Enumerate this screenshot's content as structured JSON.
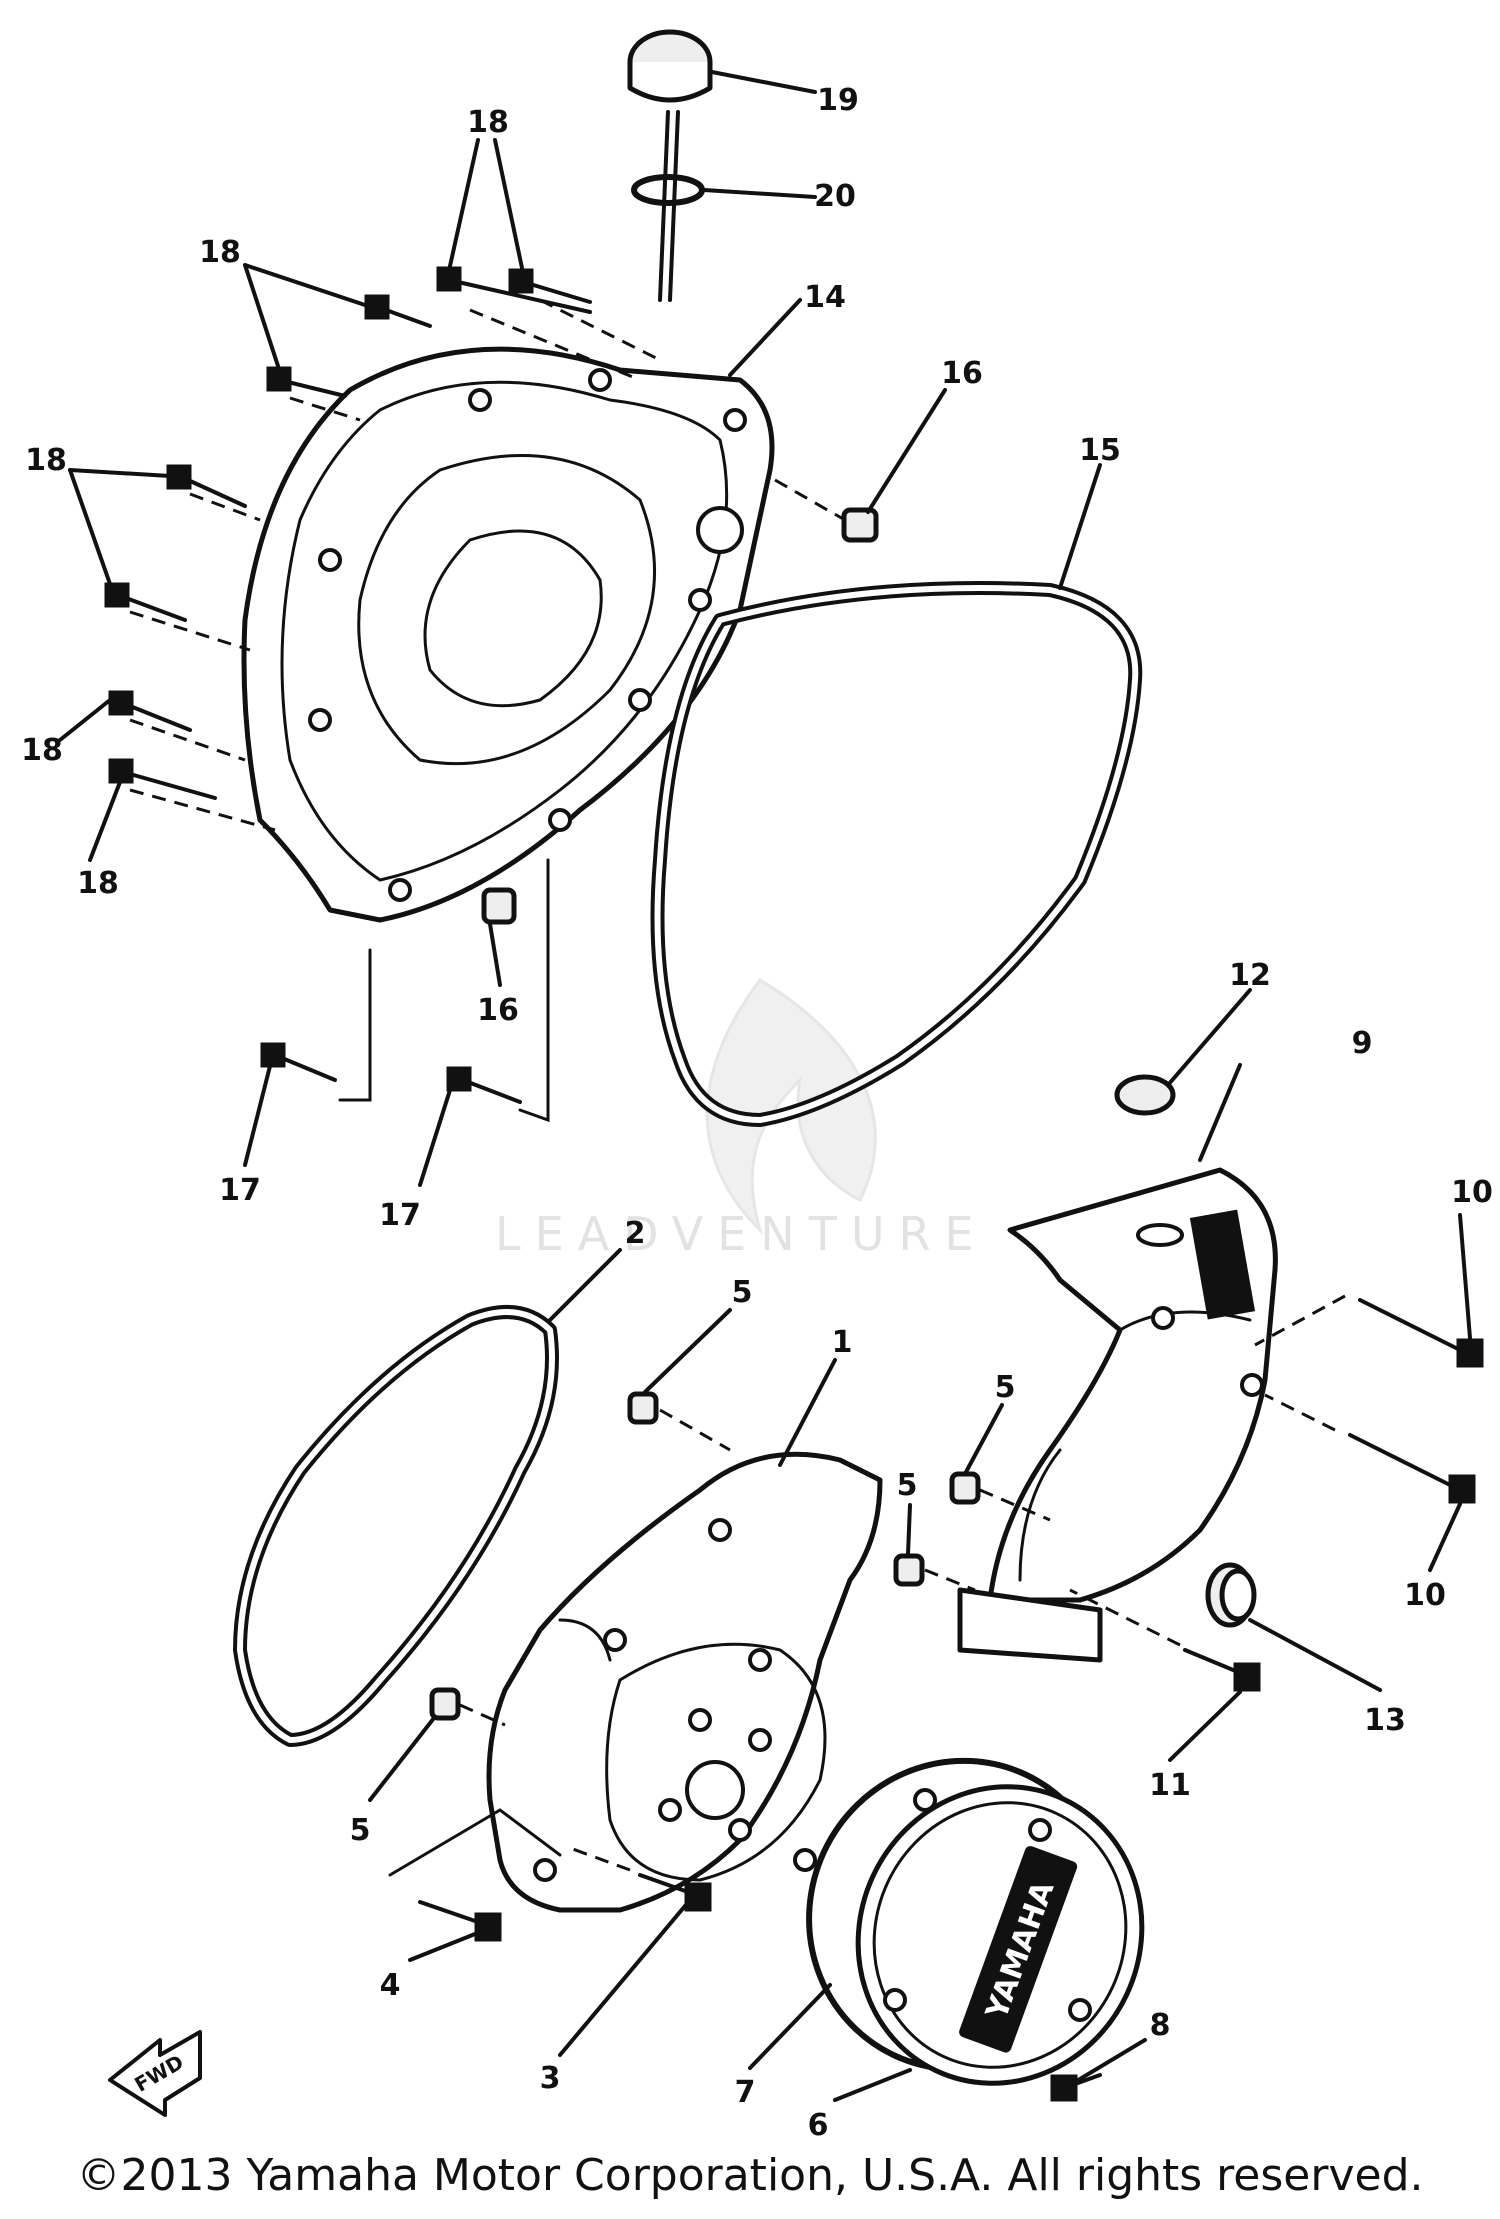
{
  "watermark": "LEADVENTURE",
  "badge_text": "YAMAHA",
  "fwd_label": "FWD",
  "copyright": "©2013 Yamaha Motor Corporation, U.S.A. All rights reserved.",
  "callouts": {
    "c1": "1",
    "c2": "2",
    "c3": "3",
    "c4": "4",
    "c5a": "5",
    "c5b": "5",
    "c5c": "5",
    "c5d": "5",
    "c6": "6",
    "c7": "7",
    "c8": "8",
    "c9": "9",
    "c10a": "10",
    "c10b": "10",
    "c11": "11",
    "c12": "12",
    "c13": "13",
    "c14": "14",
    "c15": "15",
    "c16a": "16",
    "c16b": "16",
    "c17a": "17",
    "c17b": "17",
    "c18a": "18",
    "c18b": "18",
    "c18c": "18",
    "c18d": "18",
    "c18e": "18",
    "c19": "19",
    "c20": "20"
  }
}
